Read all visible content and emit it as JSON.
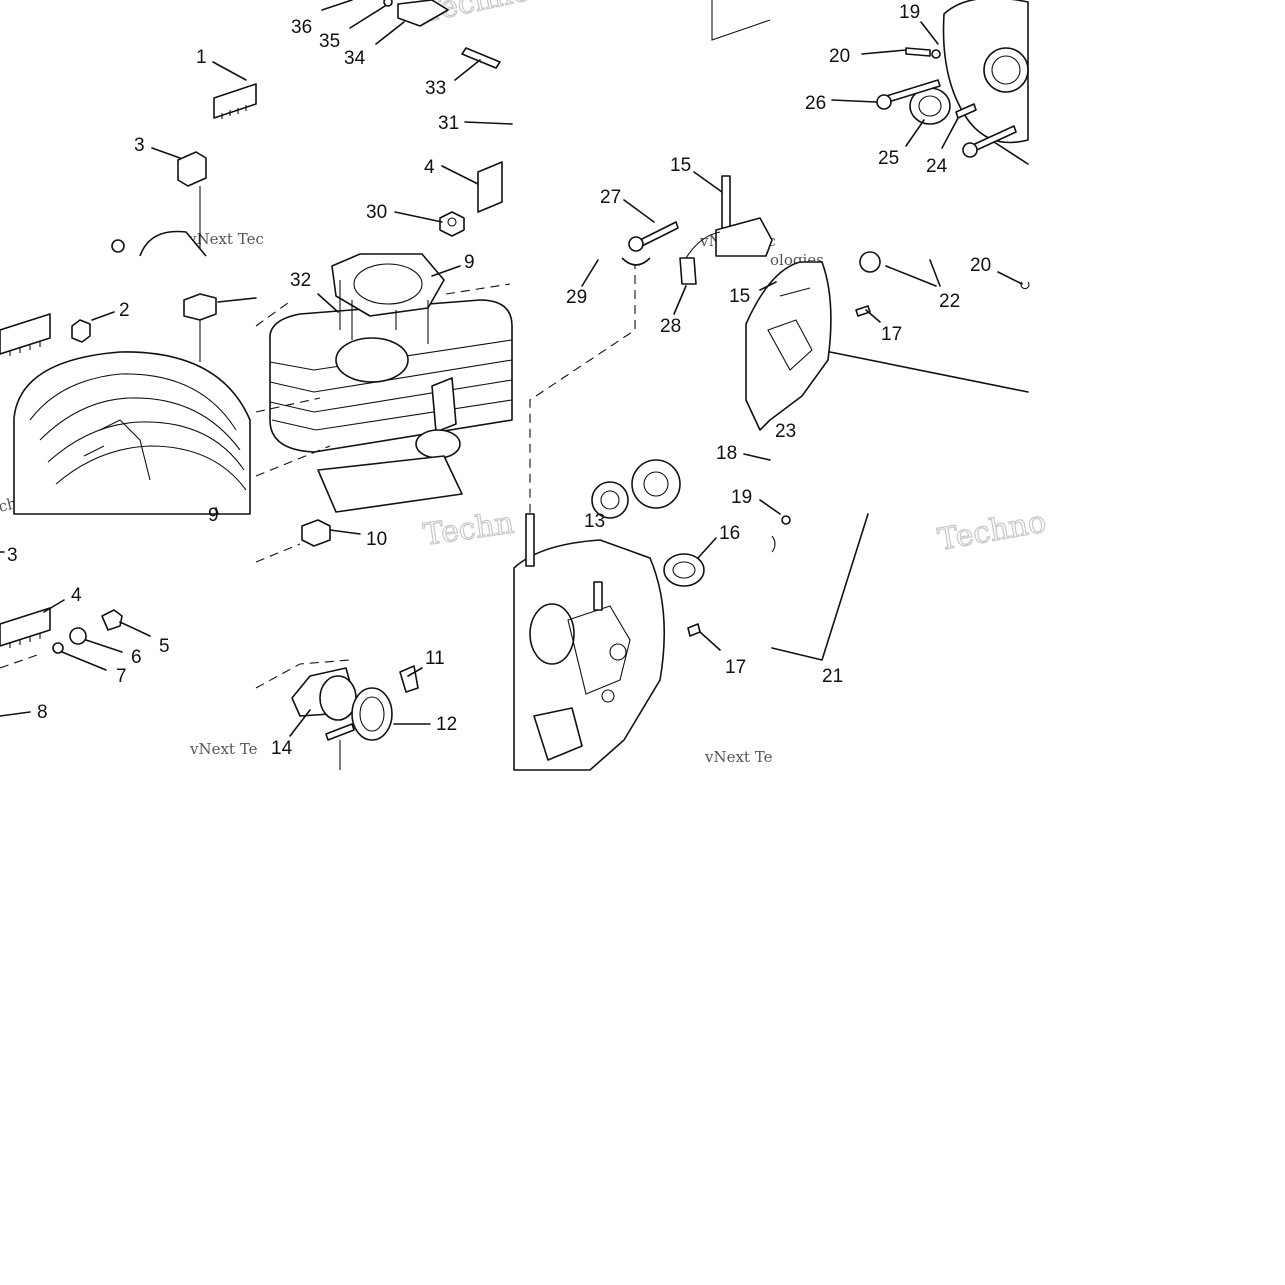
{
  "diagram": {
    "callouts": [
      {
        "id": "c-36",
        "text": "36"
      },
      {
        "id": "c-35",
        "text": "35"
      },
      {
        "id": "c-34",
        "text": "34"
      },
      {
        "id": "c-1",
        "text": "1"
      },
      {
        "id": "c-33",
        "text": "33"
      },
      {
        "id": "c-31",
        "text": "31"
      },
      {
        "id": "c-3a",
        "text": "3"
      },
      {
        "id": "c-4a",
        "text": "4"
      },
      {
        "id": "c-30",
        "text": "30"
      },
      {
        "id": "c-19a",
        "text": "19"
      },
      {
        "id": "c-20a",
        "text": "20"
      },
      {
        "id": "c-26",
        "text": "26"
      },
      {
        "id": "c-25",
        "text": "25"
      },
      {
        "id": "c-24",
        "text": "24"
      },
      {
        "id": "c-15a",
        "text": "15"
      },
      {
        "id": "c-27",
        "text": "27"
      },
      {
        "id": "c-2",
        "text": "2"
      },
      {
        "id": "c-32",
        "text": "32"
      },
      {
        "id": "c-9a",
        "text": "9"
      },
      {
        "id": "c-9b",
        "text": "9"
      },
      {
        "id": "c-29",
        "text": "29"
      },
      {
        "id": "c-28",
        "text": "28"
      },
      {
        "id": "c-15b",
        "text": "15"
      },
      {
        "id": "c-22",
        "text": "22"
      },
      {
        "id": "c-20b",
        "text": "20"
      },
      {
        "id": "c-17a",
        "text": "17"
      },
      {
        "id": "c-23",
        "text": "23"
      },
      {
        "id": "c-18",
        "text": "18"
      },
      {
        "id": "c-19b",
        "text": "19"
      },
      {
        "id": "c-13",
        "text": "13"
      },
      {
        "id": "c-10",
        "text": "10"
      },
      {
        "id": "c-3b",
        "text": "3"
      },
      {
        "id": "c-4b",
        "text": "4"
      },
      {
        "id": "c-5",
        "text": "5"
      },
      {
        "id": "c-6",
        "text": "6"
      },
      {
        "id": "c-7",
        "text": "7"
      },
      {
        "id": "c-8",
        "text": "8"
      },
      {
        "id": "c-11",
        "text": "11"
      },
      {
        "id": "c-12",
        "text": "12"
      },
      {
        "id": "c-14",
        "text": "14"
      },
      {
        "id": "c-16",
        "text": "16"
      },
      {
        "id": "c-17b",
        "text": "17"
      },
      {
        "id": "c-21",
        "text": "21"
      }
    ],
    "watermarks": [
      {
        "id": "w-1",
        "text": "Techno"
      },
      {
        "id": "w-2",
        "text": "vNext Tec"
      },
      {
        "id": "w-3",
        "text": "vNext Tec"
      },
      {
        "id": "w-4",
        "text": "Techn"
      },
      {
        "id": "w-5",
        "text": "Techno"
      },
      {
        "id": "w-6",
        "text": "vNext Te"
      },
      {
        "id": "w-7",
        "text": "vNext Te"
      },
      {
        "id": "w-8",
        "text": "chnologies"
      },
      {
        "id": "w-9",
        "text": "ologies"
      }
    ]
  }
}
